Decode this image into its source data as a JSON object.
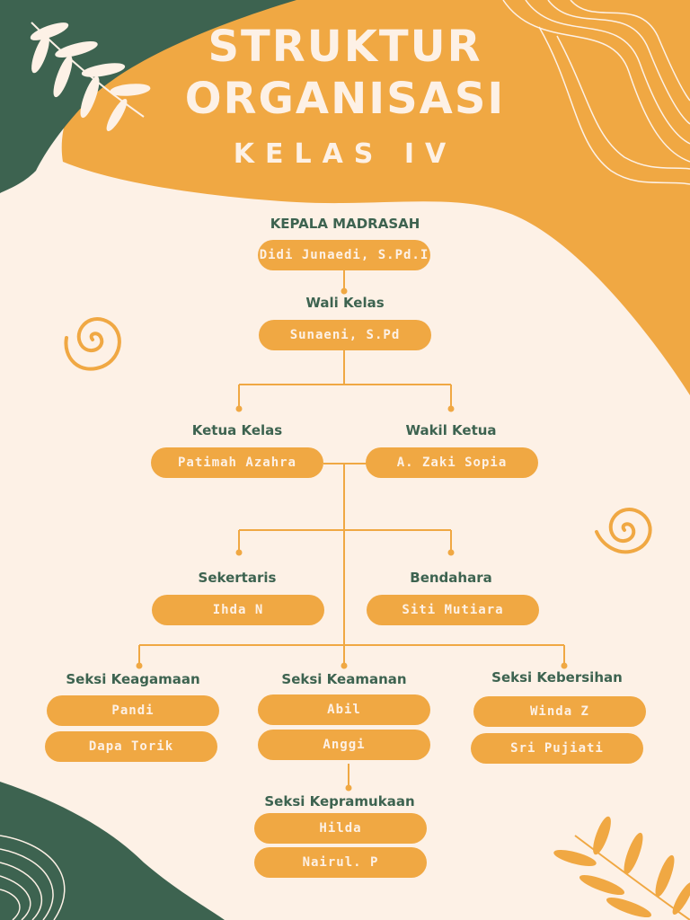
{
  "title": {
    "line1": "STRUKTUR",
    "line2": "ORGANISASI",
    "subtitle": "KELAS IV"
  },
  "colors": {
    "orange": "#f0a843",
    "green": "#3d6350",
    "cream": "#fdf1e6"
  },
  "org": {
    "kepala": {
      "role": "KEPALA MADRASAH",
      "name": "Didi Junaedi, S.Pd.I"
    },
    "wali": {
      "role": "Wali Kelas",
      "name": "Sunaeni, S.Pd"
    },
    "ketua": {
      "role": "Ketua Kelas",
      "name": "Patimah Azahra"
    },
    "wakil": {
      "role": "Wakil Ketua",
      "name": "A. Zaki Sopia"
    },
    "sekretaris": {
      "role": "Sekertaris",
      "name": "Ihda N"
    },
    "bendahara": {
      "role": "Bendahara",
      "name": "Siti Mutiara"
    },
    "keagamaan": {
      "role": "Seksi Keagamaan",
      "names": [
        "Pandi",
        "Dapa Torik"
      ]
    },
    "keamanan": {
      "role": "Seksi Keamanan",
      "names": [
        "Abil",
        "Anggi"
      ]
    },
    "kebersihan": {
      "role": "Seksi Kebersihan",
      "names": [
        "Winda Z",
        "Sri Pujiati"
      ]
    },
    "kepramukaan": {
      "role": "Seksi Kepramukaan",
      "names": [
        "Hilda",
        "Nairul. P"
      ]
    }
  },
  "decor": [
    "leaf-icon",
    "spiral-icon",
    "wave-lines"
  ]
}
